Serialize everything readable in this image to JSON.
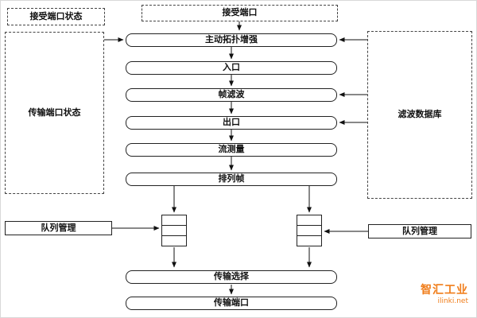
{
  "diagram": {
    "receive_port_status": "接受端口状态",
    "receive_port": "接受端口",
    "transmit_port_status": "传输端口状态",
    "filtering_database": "滤波数据库",
    "pipeline": [
      "主动拓扑增强",
      "入口",
      "帧滤波",
      "出口",
      "流测量",
      "排列帧"
    ],
    "queue_mgmt_left": "队列管理",
    "queue_mgmt_right": "队列管理",
    "transmission_selection": "传输选择",
    "transmit_port": "传输端口"
  },
  "watermark": {
    "brand": "智汇工业",
    "site": "ilinki.net",
    "color": "#f07d1a"
  }
}
